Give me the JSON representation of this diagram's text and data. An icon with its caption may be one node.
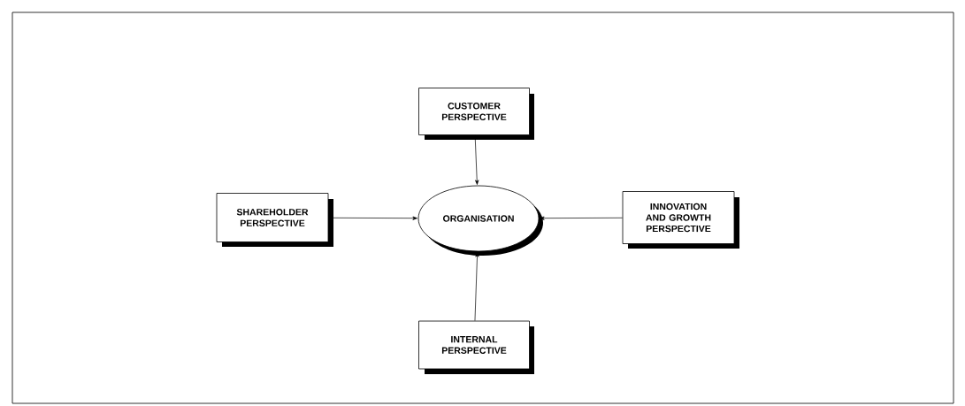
{
  "diagram": {
    "nodes": [
      {
        "text": [
          "CUSTOMER PERSPECTIVE"
        ]
      },
      {
        "text": [
          "SHAREHOLDER PERSPECTIVE"
        ]
      },
      {
        "text": [
          "ORGANISATION"
        ]
      },
      {
        "text": [
          "INNOVATION AND GROWTH PERSPECTIVE"
        ]
      },
      {
        "text": [
          "INTERNAL PERSPECTIVE"
        ]
      }
    ],
    "edges": [
      {
        "from": 0,
        "to": 2,
        "arrow": "to"
      },
      {
        "from": 1,
        "to": 2,
        "arrow": "to"
      },
      {
        "from": 3,
        "to": 2,
        "arrow": "to"
      },
      {
        "from": 4,
        "to": 2,
        "arrow": "to"
      }
    ]
  }
}
